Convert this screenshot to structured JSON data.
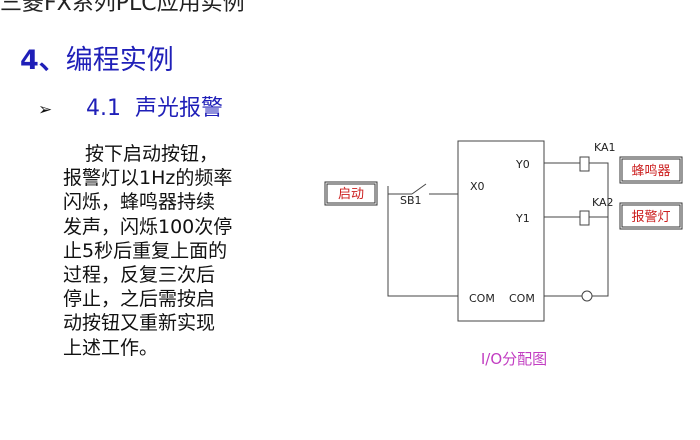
{
  "slide": {
    "top_title": "三菱FX系列PLC应用实例",
    "heading_number": "4、",
    "heading_text": "编程实例",
    "bullet": "➢",
    "sub_number": "4.1",
    "sub_text": "声光报警"
  },
  "description": {
    "lines": [
      "按下启动按钮，",
      "报警灯以1Hz的频率",
      "闪烁，蜂鸣器持续",
      "发声，闪烁100次停",
      "止5秒后重复上面的",
      "过程，反复三次后",
      "停止，之后需按启",
      "动按钮又重新实现",
      "上述工作。"
    ]
  },
  "io_diagram": {
    "input_label": "启动",
    "switch_label": "SB1",
    "x0": "X0",
    "com_left": "COM",
    "y0": "Y0",
    "y1": "Y1",
    "com_right": "COM",
    "relay1": "KA1",
    "relay2": "KA2",
    "output1": "蜂鸣器",
    "output2": "报警灯",
    "caption": "I/O分配图"
  }
}
